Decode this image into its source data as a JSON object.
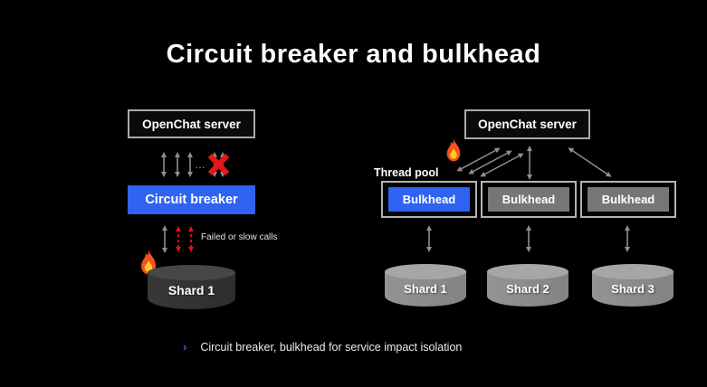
{
  "slide": {
    "title": "Circuit breaker and bulkhead"
  },
  "left_diagram": {
    "server_label": "OpenChat server",
    "ellipsis": "…",
    "breaker_label": "Circuit breaker",
    "failed_calls_label": "Failed or slow calls",
    "shard": {
      "label": "Shard 1"
    }
  },
  "right_diagram": {
    "server_label": "OpenChat server",
    "thread_pool_label": "Thread pool",
    "bulkheads": [
      {
        "label": "Bulkhead",
        "highlighted": true
      },
      {
        "label": "Bulkhead",
        "highlighted": false
      },
      {
        "label": "Bulkhead",
        "highlighted": false
      }
    ],
    "shards": [
      {
        "label": "Shard 1"
      },
      {
        "label": "Shard 2"
      },
      {
        "label": "Shard 3"
      }
    ]
  },
  "footer": {
    "bullet": "›",
    "text": "Circuit breaker, bulkhead for service impact isolation"
  },
  "colors": {
    "background": "#000000",
    "accent_blue": "#2f63f0",
    "alert_red": "#e01414",
    "border_gray": "#b3b3b3",
    "bulkhead_gray": "#767676",
    "shard_dark": "#333333",
    "shard_light": "#8d8d8d"
  }
}
